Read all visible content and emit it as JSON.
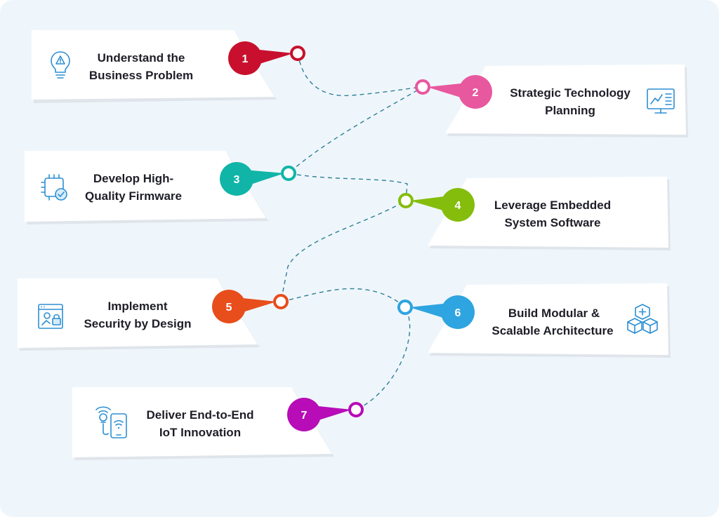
{
  "steps": [
    {
      "number": "1",
      "line1": "Understand the",
      "line2": "Business Problem",
      "color": "#c8102e",
      "icon": "lightbulb-warning-icon"
    },
    {
      "number": "2",
      "line1": "Strategic Technology",
      "line2": "Planning",
      "color": "#e8589f",
      "icon": "strategy-board-icon"
    },
    {
      "number": "3",
      "line1": "Develop High-",
      "line2": "Quality Firmware",
      "color": "#11b5a7",
      "icon": "chip-check-icon"
    },
    {
      "number": "4",
      "line1": "Leverage Embedded",
      "line2": "System Software",
      "color": "#84bd0c",
      "icon": "embedded-software-icon"
    },
    {
      "number": "5",
      "line1": "Implement",
      "line2": "Security by Design",
      "color": "#e84d1c",
      "icon": "secure-design-icon"
    },
    {
      "number": "6",
      "line1": "Build Modular &",
      "line2": "Scalable Architecture",
      "color": "#2ea4e0",
      "icon": "modular-cubes-icon"
    },
    {
      "number": "7",
      "line1": "Deliver End-to-End",
      "line2": "IoT Innovation",
      "color": "#b70cb7",
      "icon": "iot-devices-icon"
    }
  ],
  "colors": {
    "background": "#eff6fb",
    "connector": "#2c7f97",
    "icon": "#2d8fd3"
  }
}
